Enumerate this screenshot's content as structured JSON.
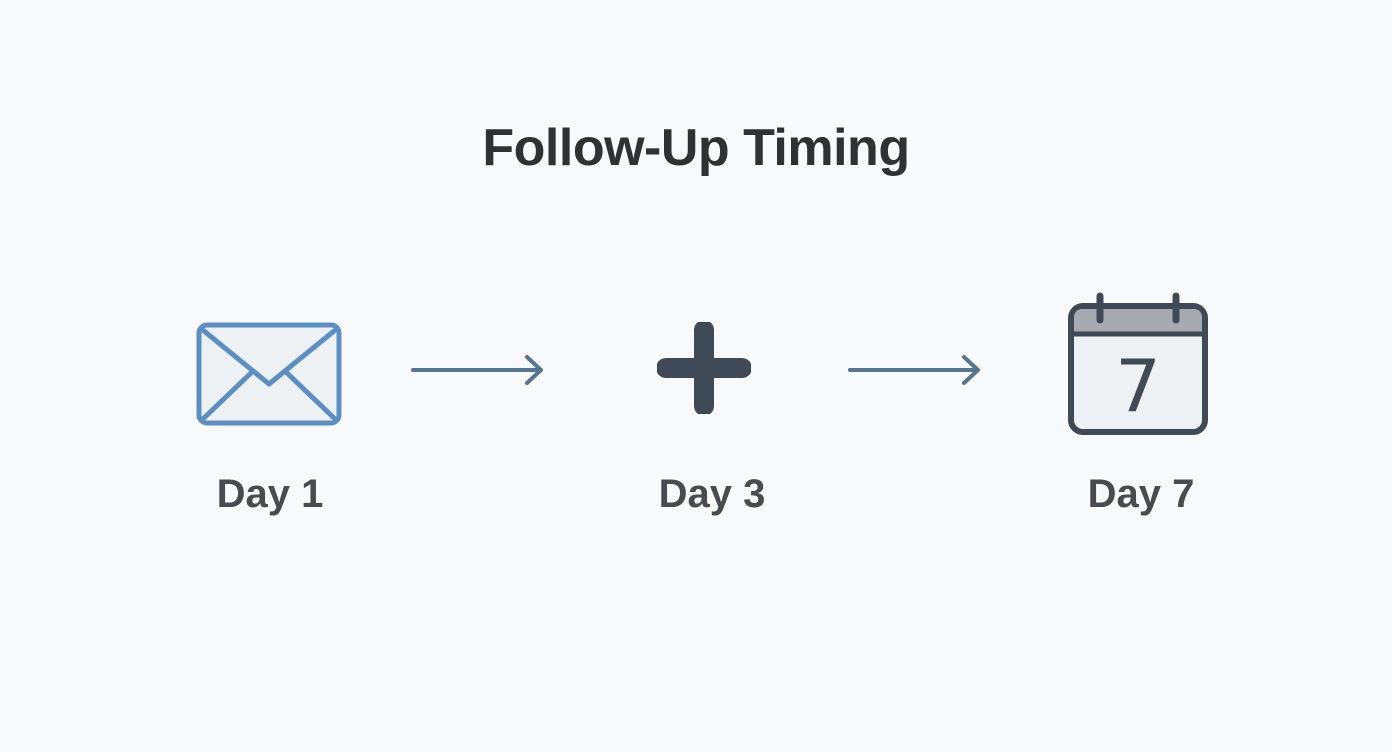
{
  "title": "Follow-Up Timing",
  "steps": [
    {
      "label": "Day 1",
      "icon": "envelope-icon"
    },
    {
      "label": "Day 3",
      "icon": "plus-icon"
    },
    {
      "label": "Day 7",
      "icon": "calendar-icon",
      "calendar_number": "7"
    }
  ],
  "colors": {
    "background": "#f8f9fa",
    "envelope": "#5b8ec2",
    "arrow": "#557592",
    "dark_icon": "#3f4a56",
    "text": "#3f4247"
  }
}
